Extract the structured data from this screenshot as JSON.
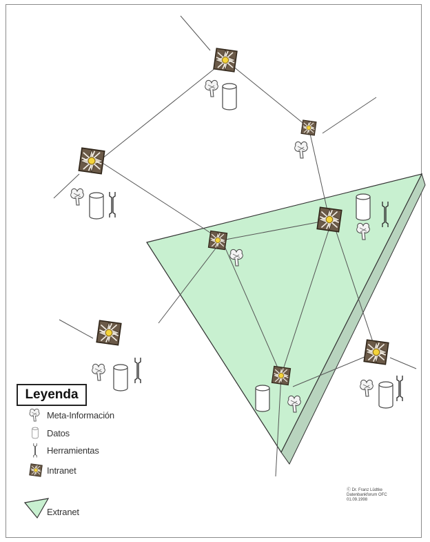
{
  "legend": {
    "title": "Leyenda",
    "items": [
      {
        "icon": "meta-information-icon",
        "label": "Meta-Información"
      },
      {
        "icon": "data-cylinder-icon",
        "label": "Datos"
      },
      {
        "icon": "tool-icon",
        "label": "Herramientas"
      },
      {
        "icon": "intranet-node-icon",
        "label": "Intranet"
      },
      {
        "icon": "extranet-triangle-icon",
        "label": "Extranet"
      }
    ]
  },
  "credit": {
    "line1": "Ⓒ Dr. Franz Lüdtke",
    "line2": "Datenbankforum OFC",
    "line3": "01.09.1998"
  },
  "colors": {
    "extranet_fill": "#c8f0d0",
    "extranet_side": "#a9c9b0",
    "node_dark": "#5a4a3a",
    "node_core": "#f4d43a",
    "frame": "#8a8a8a"
  }
}
